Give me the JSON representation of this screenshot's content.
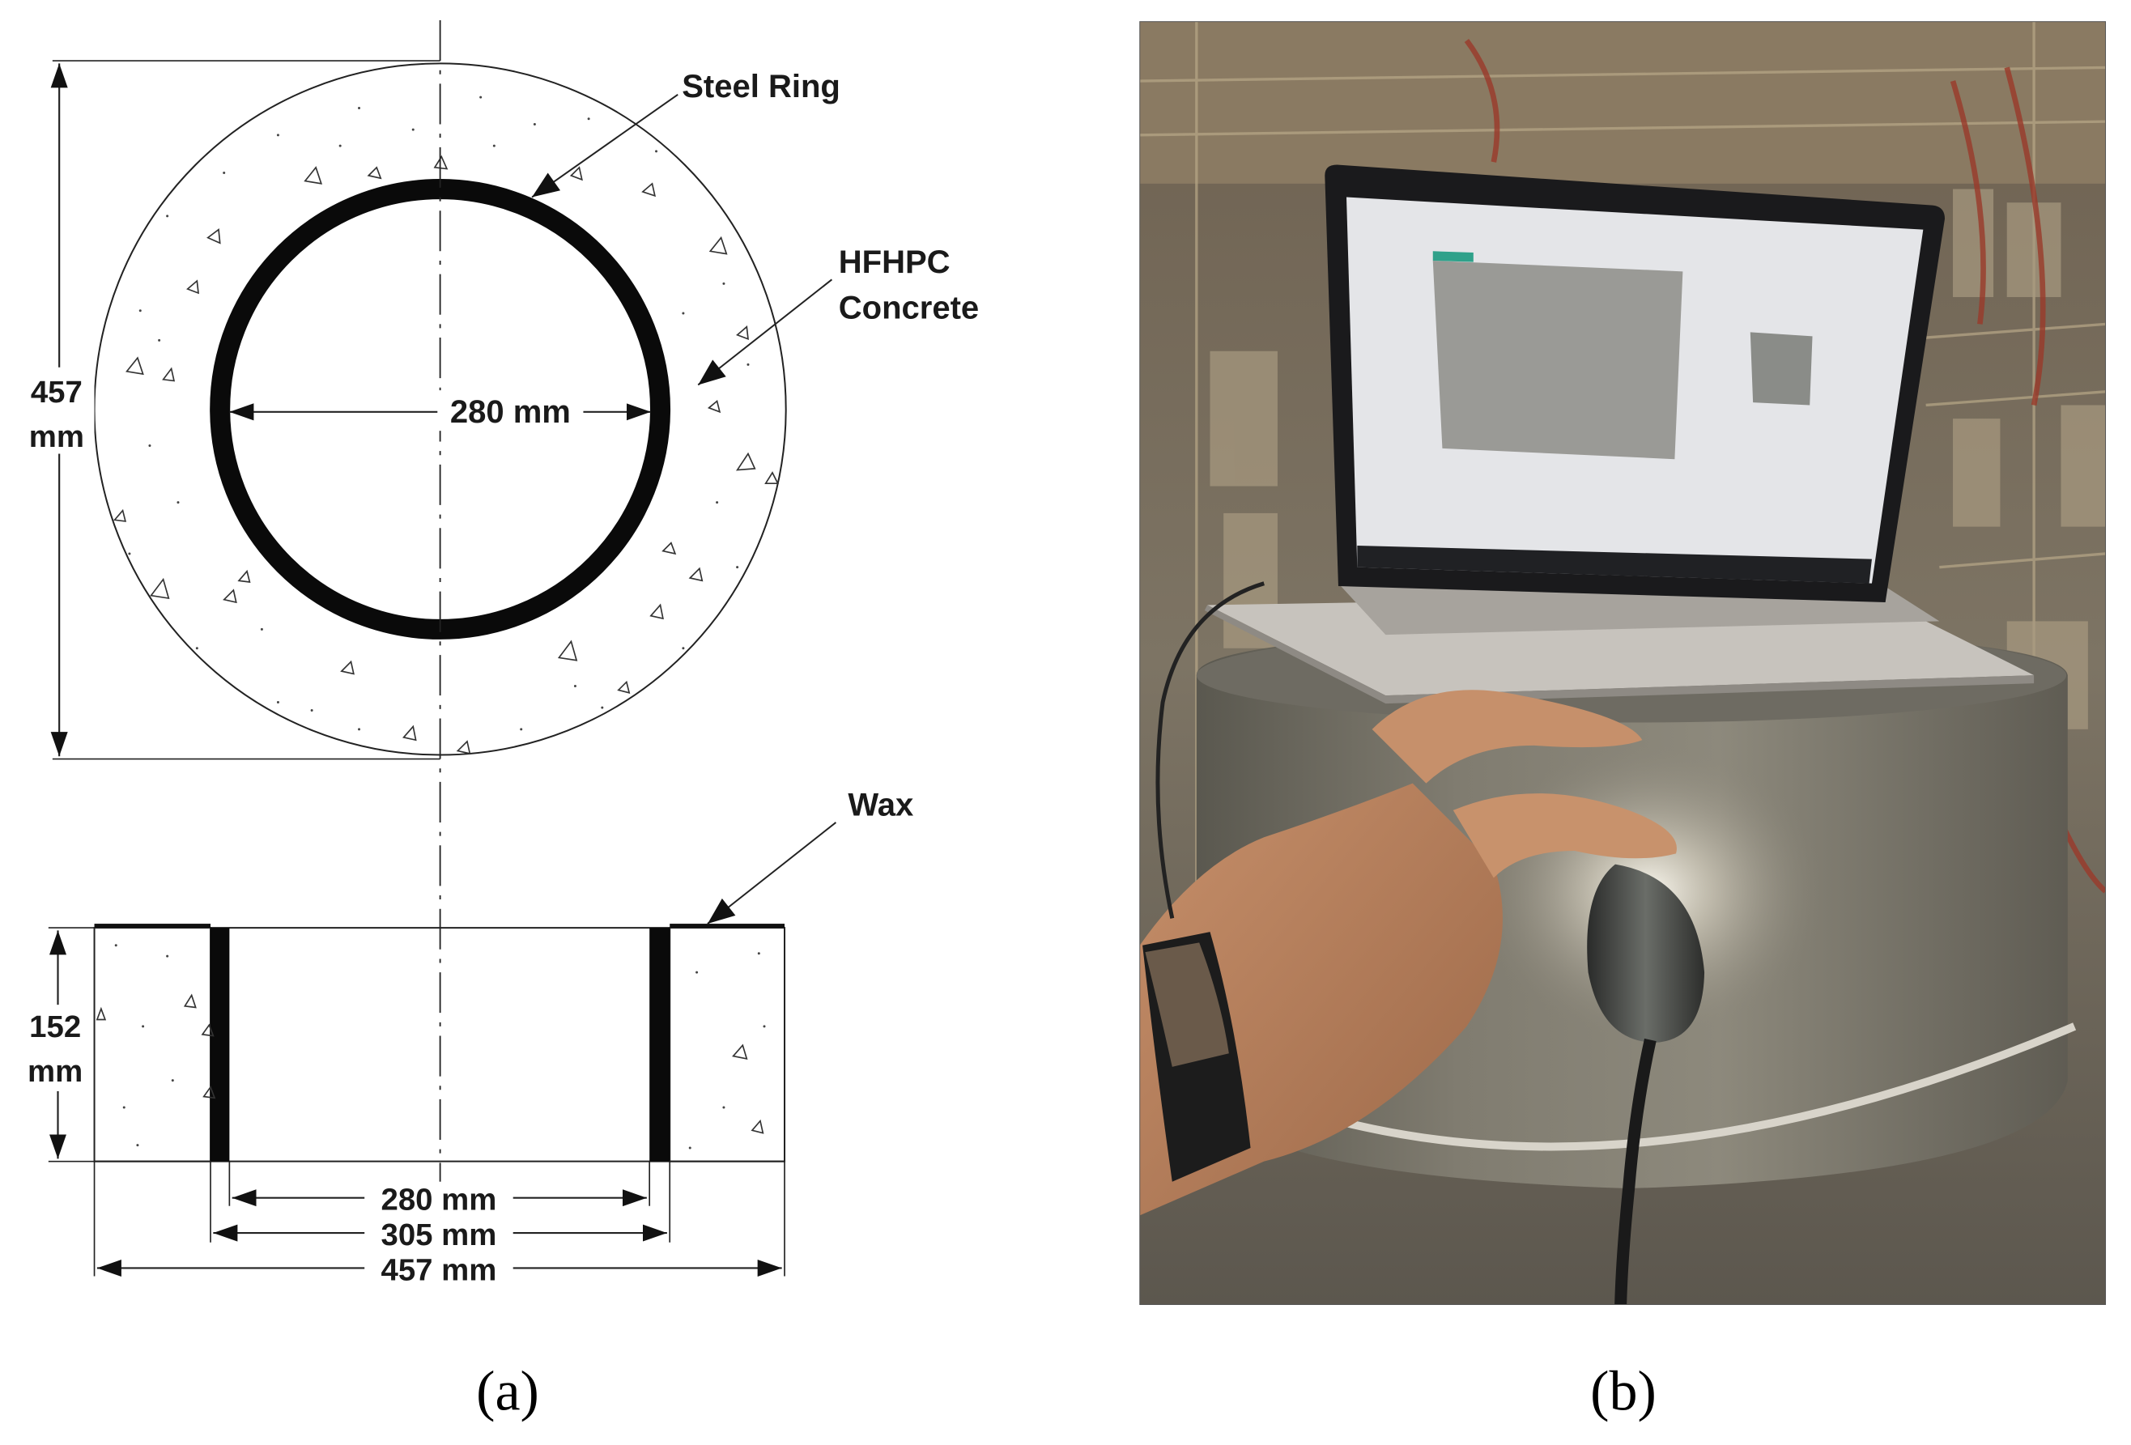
{
  "panel_a": {
    "plan_view": {
      "steel_ring_label": "Steel Ring",
      "concrete_label_line1": "HFHPC",
      "concrete_label_line2": "Concrete",
      "outer_diameter_value": "457",
      "outer_diameter_unit": "mm",
      "inner_diameter_label": "280 mm"
    },
    "section_view": {
      "wax_label": "Wax",
      "height_value": "152",
      "height_unit": "mm",
      "dim_inner": "280 mm",
      "dim_ring_outer": "305 mm",
      "dim_outer": "457 mm"
    },
    "caption": "(a)"
  },
  "panel_b": {
    "photo_icon": "photo-laptop-concrete-ring-scanner",
    "caption": "(b)"
  }
}
